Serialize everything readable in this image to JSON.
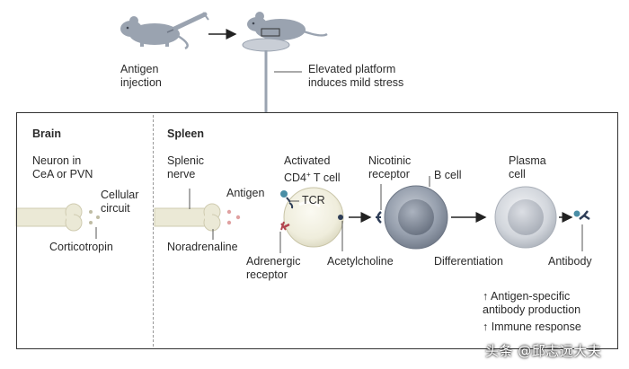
{
  "top": {
    "antigen_injection": [
      "Antigen",
      "injection"
    ],
    "platform": [
      "Elevated platform",
      "induces mild stress"
    ]
  },
  "brain": {
    "title": "Brain",
    "neuron": [
      "Neuron in",
      "CeA or PVN"
    ],
    "cellular_circuit": [
      "Cellular",
      "circuit"
    ],
    "corticotropin": "Corticotropin"
  },
  "spleen": {
    "title": "Spleen",
    "splenic_nerve": [
      "Splenic",
      "nerve"
    ],
    "noradrenaline": "Noradrenaline",
    "antigen": "Antigen",
    "tcr": "TCR",
    "activated_t_cell": [
      "Activated",
      "CD4",
      "+",
      " T cell"
    ],
    "adrenergic_receptor": [
      "Adrenergic",
      "receptor"
    ],
    "acetylcholine": "Acetylcholine",
    "nicotinic_receptor": [
      "Nicotinic",
      "receptor"
    ],
    "b_cell": "B cell",
    "differentiation": "Differentiation",
    "plasma_cell": [
      "Plasma",
      "cell"
    ],
    "antibody": "Antibody",
    "outcomes": [
      "↑ Antigen-specific",
      "antibody production",
      "↑ Immune response"
    ]
  },
  "watermark": "头条 @邱志远大夫",
  "colors": {
    "mouse": "#9aa3b0",
    "bone": "#ebe9d6",
    "t_cell": "#f1f0e2",
    "b_cell": "#8e97a6",
    "plasma_cell": "#cdd1d8",
    "receptor_red": "#b2434d",
    "receptor_navy": "#2e3d57",
    "antigen_teal": "#4a8ea6",
    "dots_red": "#e0a1a1"
  }
}
